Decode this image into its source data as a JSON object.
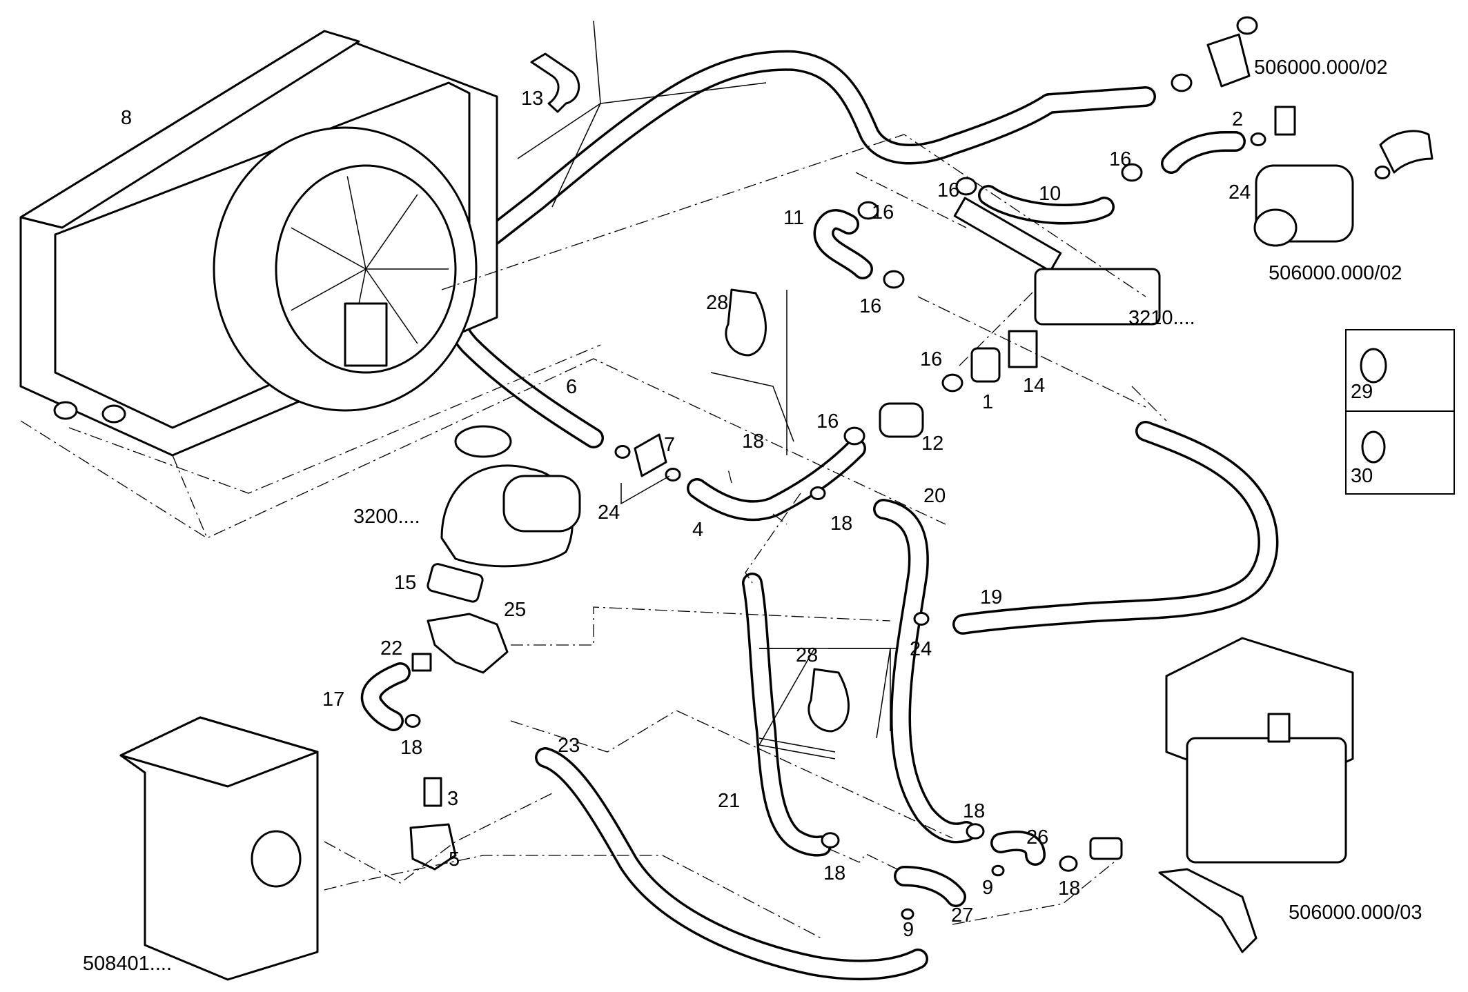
{
  "part_labels": [
    "8",
    "13",
    "2",
    "16",
    "24",
    "10",
    "16",
    "11",
    "16",
    "28",
    "16",
    "3210....",
    "16",
    "14",
    "1",
    "6",
    "16",
    "12",
    "7",
    "18",
    "24",
    "4",
    "3200....",
    "20",
    "18",
    "15",
    "25",
    "19",
    "22",
    "24",
    "28",
    "17",
    "18",
    "23",
    "3",
    "21",
    "18",
    "26",
    "5",
    "18",
    "9",
    "18",
    "27",
    "9",
    "508401....",
    "29",
    "30"
  ],
  "ref_labels": [
    "506000.000/02",
    "506000.000/02",
    "506000.000/03"
  ]
}
